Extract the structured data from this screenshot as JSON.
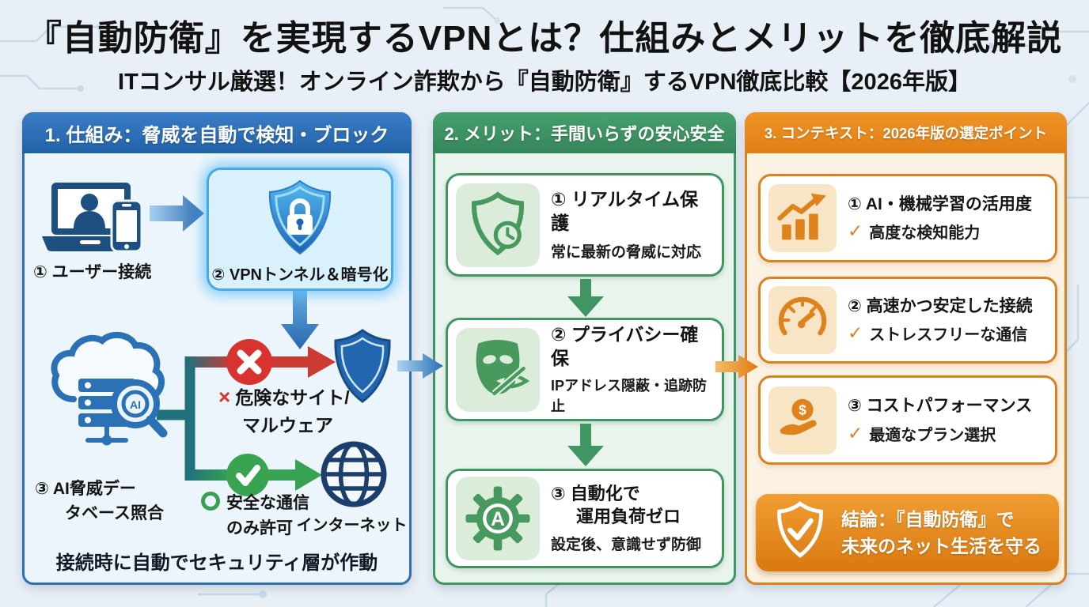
{
  "title": "『自動防衛』を実現するVPNとは？仕組みとメリットを徹底解説",
  "subtitle": "ITコンサル厳選！オンライン詐欺から『自動防衛』するVPN徹底比較【2026年版】",
  "colors": {
    "blue": "#2a6cb5",
    "light_blue_panel": "#edf5fc",
    "vpn_border": "#49a8e9",
    "green": "#3f9663",
    "light_green_panel": "#e9f4ec",
    "orange": "#e8851f",
    "light_orange_panel": "#fcf2e3",
    "red": "#d8332f",
    "check_green": "#3aa54f",
    "navy_icon": "#1d4f80",
    "teal_line": "#20707c"
  },
  "mechanism": {
    "header": "1. 仕組み：脅威を自動で検知・ブロック",
    "user_label": "① ユーザー接続",
    "vpn_label": "② VPNトンネル＆暗号化",
    "db_label_1": "③ AI脅威デー",
    "db_label_2": "タベース照合",
    "db_icon_letters": "AI",
    "blocked_mark": "×",
    "blocked_label_1": "危険なサイト/",
    "blocked_label_2": "マルウェア",
    "allowed_mark": "○",
    "allowed_label_1": "安全な通信",
    "allowed_label_2": "のみ許可",
    "internet_label": "インターネット",
    "caption": "接続時に自動でセキュリティ層が作動",
    "icons": [
      "user-devices-icon",
      "vpn-shield-lock-icon",
      "ai-threat-database-icon",
      "blocked-x-icon",
      "protection-shield-icon",
      "allowed-check-icon",
      "internet-globe-icon"
    ]
  },
  "merit": {
    "header": "2. メリット：手間いらずの安心安全",
    "cards": [
      {
        "icon": "realtime-shield-clock-icon",
        "title": "① リアルタイム保護",
        "desc": "常に最新の脅威に対応"
      },
      {
        "icon": "privacy-mask-icon",
        "title": "② プライバシー確保",
        "desc": "IPアドレス隠蔽・追跡防止"
      },
      {
        "icon": "automation-gear-icon",
        "icon_letter": "A",
        "title": "③ 自動化で",
        "title2": "運用負荷ゼロ",
        "desc": "設定後、意識せず防御"
      }
    ]
  },
  "context": {
    "header": "3. コンテキスト：2026年版の選定ポイント",
    "check_mark": "✓",
    "coin_symbol": "$",
    "cards": [
      {
        "icon": "ai-ml-growth-chart-icon",
        "title": "① AI・機械学習の活用度",
        "desc": "高度な検知能力"
      },
      {
        "icon": "speed-gauge-icon",
        "title": "② 高速かつ安定した接続",
        "desc": "ストレスフリーな通信"
      },
      {
        "icon": "cost-hand-coin-icon",
        "title": "③ コストパフォーマンス",
        "desc": "最適なプラン選択"
      }
    ],
    "conclusion": {
      "icon": "conclusion-shield-check-icon",
      "line1": "結論：『自動防衛』で",
      "line2": "未来のネット生活を守る"
    }
  }
}
